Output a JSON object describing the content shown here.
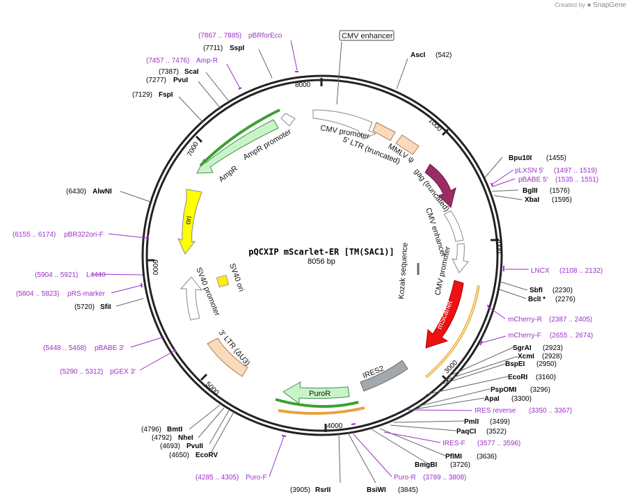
{
  "credit": {
    "prefix": "Created by",
    "brand": "SnapGene"
  },
  "plasmid": {
    "name": "pQCXIP mScarlet-ER [TM(SAC1)]",
    "length_label": "8056 bp",
    "length": 8056
  },
  "colors": {
    "primer": "#9a30c8",
    "enzyme_text": "#000000",
    "backbone": "#222222"
  },
  "ticks": [
    "1000",
    "2000",
    "3000",
    "4000",
    "5000",
    "6000",
    "7000",
    "8000"
  ],
  "enzymes": [
    {
      "name": "AscI",
      "pos": "(542)"
    },
    {
      "name": "Bpu10I",
      "pos": "(1455)"
    },
    {
      "name": "BglII",
      "pos": "(1576)"
    },
    {
      "name": "XbaI",
      "pos": "(1595)"
    },
    {
      "name": "SbfI",
      "pos": "(2230)"
    },
    {
      "name": "BclI *",
      "pos": "(2276)"
    },
    {
      "name": "SgrAI",
      "pos": "(2923)"
    },
    {
      "name": "XcmI",
      "pos": "(2928)"
    },
    {
      "name": "BspEI",
      "pos": "(2950)"
    },
    {
      "name": "EcoRI",
      "pos": "(3160)"
    },
    {
      "name": "PspOMI",
      "pos": "(3296)"
    },
    {
      "name": "ApaI",
      "pos": "(3300)"
    },
    {
      "name": "PmlI",
      "pos": "(3499)"
    },
    {
      "name": "PaqCI",
      "pos": "(3522)"
    },
    {
      "name": "PflMI",
      "pos": "(3636)"
    },
    {
      "name": "BmgBI",
      "pos": "(3726)"
    },
    {
      "name": "BsiWI",
      "pos": "(3845)"
    },
    {
      "name": "RsrII",
      "pos": "(3905)"
    },
    {
      "name": "EcoRV",
      "pos": "(4650)"
    },
    {
      "name": "PvuII",
      "pos": "(4693)"
    },
    {
      "name": "NheI",
      "pos": "(4792)"
    },
    {
      "name": "BmtI",
      "pos": "(4796)"
    },
    {
      "name": "SfiI",
      "pos": "(5720)"
    },
    {
      "name": "AlwNI",
      "pos": "(6430)"
    },
    {
      "name": "FspI",
      "pos": "(7129)"
    },
    {
      "name": "PvuI",
      "pos": "(7277)"
    },
    {
      "name": "ScaI",
      "pos": "(7387)"
    },
    {
      "name": "SspI",
      "pos": "(7711)"
    }
  ],
  "primers": [
    {
      "name": "pLXSN 5'",
      "range": "(1497 .. 1519)"
    },
    {
      "name": "pBABE 5'",
      "range": "(1535 .. 1551)"
    },
    {
      "name": "LNCX",
      "range": "(2108 .. 2132)"
    },
    {
      "name": "mCherry-R",
      "range": "(2387 .. 2405)"
    },
    {
      "name": "mCherry-F",
      "range": "(2655 .. 2674)"
    },
    {
      "name": "IRES reverse",
      "range": "(3350 .. 3367)"
    },
    {
      "name": "IRES-F",
      "range": "(3577 .. 3596)"
    },
    {
      "name": "Puro-R",
      "range": "(3789 .. 3808)"
    },
    {
      "name": "Puro-F",
      "range": "(4285 .. 4305)"
    },
    {
      "name": "pGEX 3'",
      "range": "(5290 .. 5312)"
    },
    {
      "name": "pBABE 3'",
      "range": "(5448 .. 5468)"
    },
    {
      "name": "pRS-marker",
      "range": "(5804 .. 5823)"
    },
    {
      "name": "L4440",
      "range": "(5904 .. 5921)"
    },
    {
      "name": "pBR322ori-F",
      "range": "(6155 .. 6174)"
    },
    {
      "name": "Amp-R",
      "range": "(7457 .. 7476)"
    },
    {
      "name": "pBRforEco",
      "range": "(7867 .. 7885)"
    }
  ],
  "features": {
    "cmv_enhancer_box": "CMV enhancer",
    "cmv_promoter_1": "CMV promoter",
    "ltr5": "5' LTR (truncated)",
    "mmlv": "MMLV ψ",
    "gag": "gag (truncated)",
    "cmv_enhancer_2": "CMV enhancer",
    "cmv_promoter_2": "CMV promoter",
    "kozak": "Kozak sequence",
    "mscarlet": "mScarlet",
    "ires2": "IRES2",
    "puror": "PuroR",
    "ltr3": "3' LTR (ΔU3)",
    "sv40_promoter": "SV40 promoter",
    "sv40_ori": "SV40 ori",
    "ori": "ori",
    "ampr": "AmpR",
    "ampr_promoter": "AmpR promoter"
  }
}
